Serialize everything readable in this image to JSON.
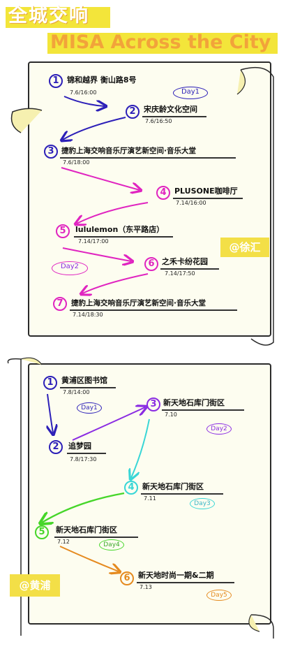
{
  "header": {
    "title_cn": "全城交响",
    "title_en": "MISA Across the City"
  },
  "xuhui": {
    "district_label": "@徐汇",
    "stops": [
      {
        "num": "1",
        "name": "锦和越界 衡山路8号",
        "date": "7.6/16:00"
      },
      {
        "num": "2",
        "name": "宋庆龄文化空间",
        "date": "7.6/16:50"
      },
      {
        "num": "3",
        "name": "捷豹上海交响音乐厅演艺新空间·音乐大堂",
        "date": "7.6/18:00"
      },
      {
        "num": "4",
        "name": "PLUSONE咖啡厅",
        "date": "7.14/16:00"
      },
      {
        "num": "5",
        "name": "lululemon（东平路店）",
        "date": "7.14/17:00"
      },
      {
        "num": "6",
        "name": "之禾卡纷花园",
        "date": "7.14/17:50"
      },
      {
        "num": "7",
        "name": "捷豹上海交响音乐厅演艺新空间·音乐大堂",
        "date": "7.14/18:30"
      }
    ],
    "day_labels": [
      "Day1",
      "Day2"
    ]
  },
  "huangpu": {
    "district_label": "@黄浦",
    "stops": [
      {
        "num": "1",
        "name": "黄浦区图书馆",
        "date": "7.8/14:00"
      },
      {
        "num": "2",
        "name": "追梦园",
        "date": "7.8/17:30"
      },
      {
        "num": "3",
        "name": "新天地石库门街区",
        "date": "7.10"
      },
      {
        "num": "4",
        "name": "新天地石库门街区",
        "date": "7.11"
      },
      {
        "num": "5",
        "name": "新天地石库门街区",
        "date": "7.12"
      },
      {
        "num": "6",
        "name": "新天地时尚一期&二期",
        "date": "7.13"
      }
    ],
    "day_labels": [
      "Day1",
      "Day2",
      "Day3",
      "Day4",
      "Day5"
    ]
  },
  "colors": {
    "yellow": "#f3e53a",
    "orange": "#f2a33a",
    "navy": "#2c1fb8",
    "magenta": "#e024c0",
    "purple": "#8a2be2",
    "cyan": "#38d6d6",
    "green": "#46d62a",
    "amber": "#e58a1f"
  }
}
